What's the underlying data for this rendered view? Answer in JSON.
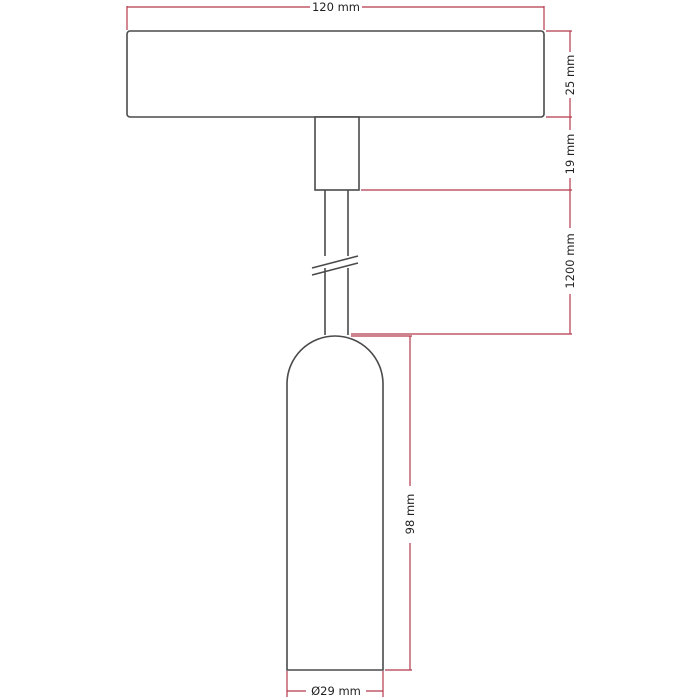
{
  "dimensions": {
    "canopy_width": "120 mm",
    "canopy_height": "25 mm",
    "cable_grip_height": "19 mm",
    "cable_length": "1200 mm",
    "shade_height": "98 mm",
    "shade_diameter": "Ø29 mm"
  },
  "colors": {
    "outline": "#4a4a4a",
    "dimension_line": "#b5384b",
    "text": "#1f1f1f"
  }
}
